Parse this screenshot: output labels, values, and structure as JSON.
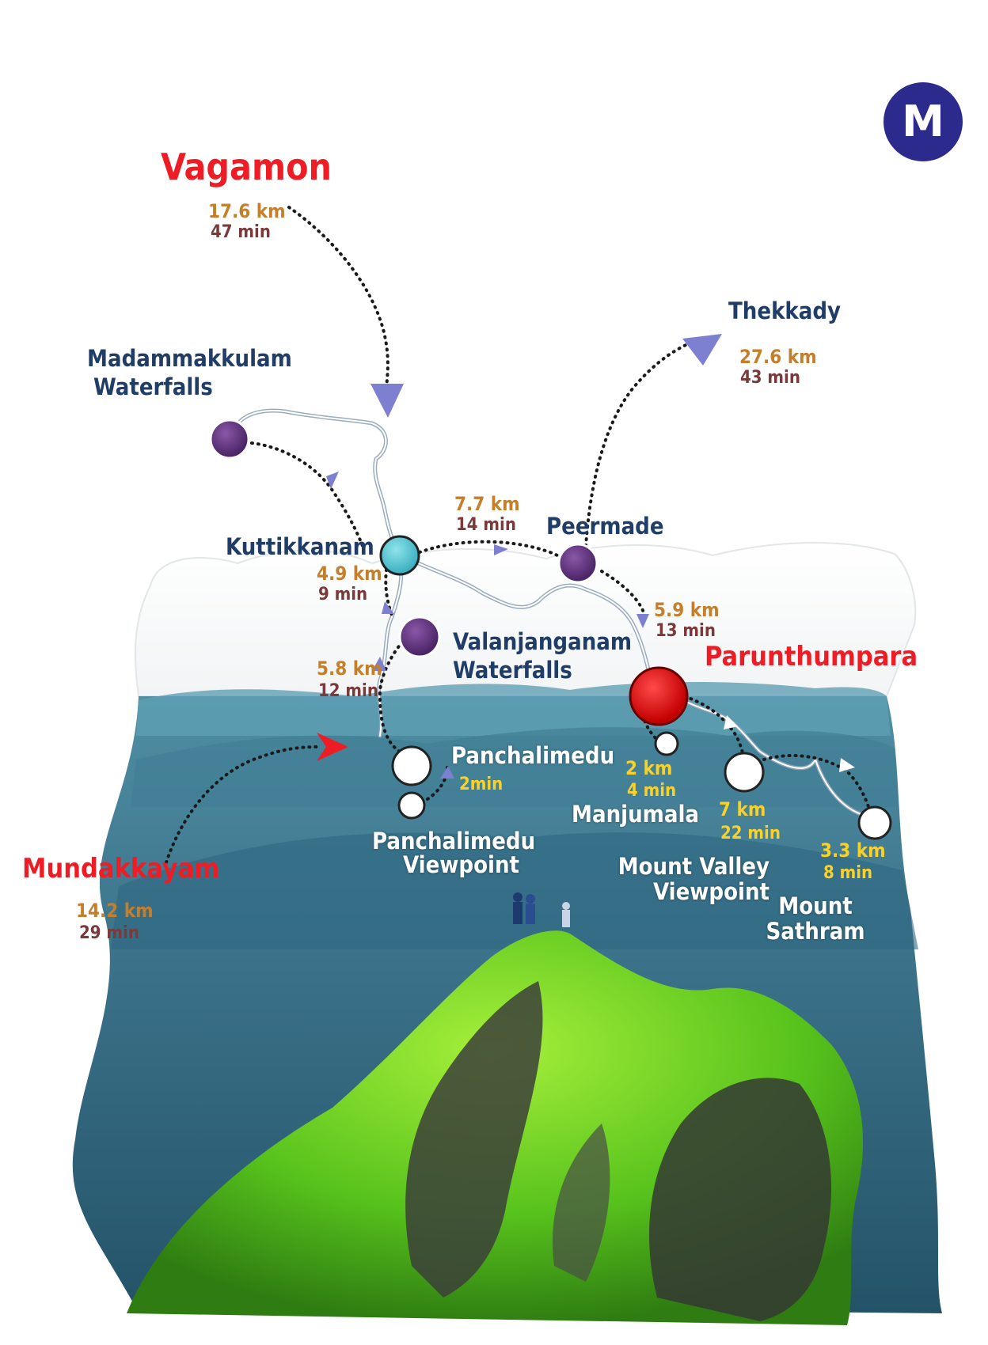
{
  "brand": {
    "logo_icon": "manorama-m-logo"
  },
  "colors": {
    "hub": "#ee1c25",
    "place": "#1f3d66",
    "distance": "#c47f2c",
    "time": "#7a3a3a",
    "highlight": "#f8d22b"
  },
  "hubs": {
    "vagamon": {
      "name": "Vagamon",
      "distance": "17.6 km",
      "time": "47 min"
    },
    "thekkady": {
      "name": "Thekkady",
      "distance": "27.6 km",
      "time": "43 min"
    },
    "mundakkayam": {
      "name": "Mundakkayam",
      "distance": "14.2 km",
      "time": "29 min"
    },
    "parunthumpara": {
      "name": "Parunthumpara"
    }
  },
  "places": {
    "madammakkulam": {
      "line1": "Madammakkulam",
      "line2": "Waterfalls"
    },
    "kuttikkanam": {
      "name": "Kuttikkanam",
      "distance": "4.9 km",
      "time": "9 min"
    },
    "peermade": {
      "name": "Peermade"
    },
    "valanjanganam": {
      "line1": "Valanjanganam",
      "line2": "Waterfalls",
      "distance": "5.8 km",
      "time": "12 min"
    },
    "panchalimedu": {
      "name": "Panchalimedu",
      "time": "2min"
    },
    "panchalimedu_viewpoint": {
      "line1": "Panchalimedu",
      "line2": "Viewpoint"
    },
    "manjumala": {
      "name": "Manjumala",
      "distance": "2 km",
      "time": "4 min"
    },
    "mount_valley": {
      "line1": "Mount Valley",
      "line2": "Viewpoint",
      "distance": "7 km",
      "time": "22 min"
    },
    "mount_sathram": {
      "line1": "Mount",
      "line2": "Sathram",
      "distance": "3.3 km",
      "time": "8 min"
    }
  },
  "routes": {
    "kuttikkanam_peermade": {
      "distance": "7.7 km",
      "time": "14 min"
    },
    "peermade_parunthumpara": {
      "distance": "5.9 km",
      "time": "13 min"
    }
  }
}
